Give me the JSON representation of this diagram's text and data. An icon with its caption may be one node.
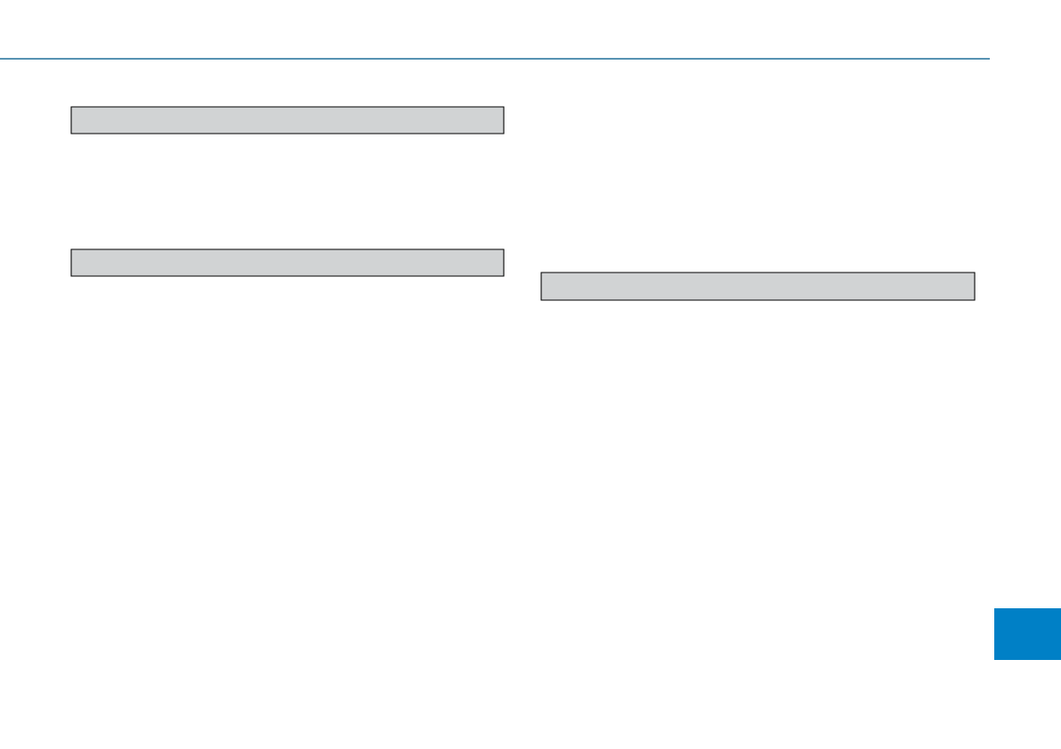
{
  "diagram": {
    "nodes": [
      {
        "text": [],
        "shape": "bar"
      },
      {
        "text": [],
        "shape": "bar"
      },
      {
        "text": [],
        "shape": "bar"
      },
      {
        "text": [],
        "shape": "box"
      }
    ]
  }
}
